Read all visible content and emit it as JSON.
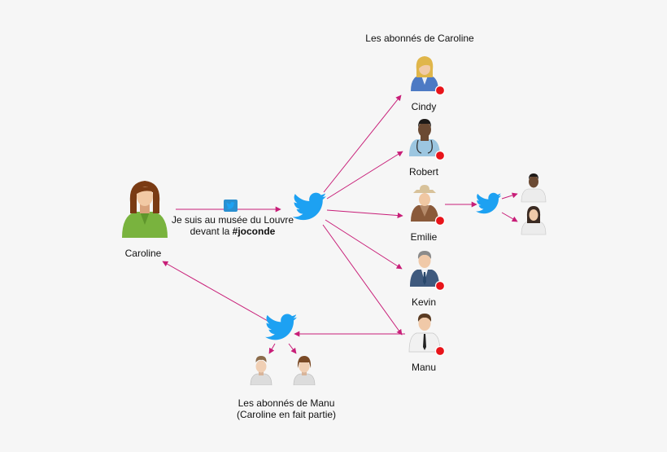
{
  "diagram": {
    "group_caroline_followers": {
      "title": "Les abonnés de Caroline"
    },
    "group_manu_followers": {
      "title_line1": "Les abonnés de Manu",
      "title_line2": "(Caroline en fait partie)"
    },
    "tweet": {
      "line1": "Je suis au musée du Louvre",
      "line2_prefix": "devant la ",
      "hashtag": "#joconde"
    },
    "people": {
      "caroline": "Caroline",
      "cindy": "Cindy",
      "robert": "Robert",
      "emilie": "Emilie",
      "kevin": "Kevin",
      "manu": "Manu"
    },
    "colors": {
      "arrow": "#c81e78",
      "twitter": "#1da1f2",
      "status_dot": "#e8141a",
      "background": "#f6f6f6"
    },
    "icons": {
      "bird": "twitter-bird-icon",
      "badge": "twitter-badge-icon",
      "status": "red-status-dot-icon"
    }
  }
}
